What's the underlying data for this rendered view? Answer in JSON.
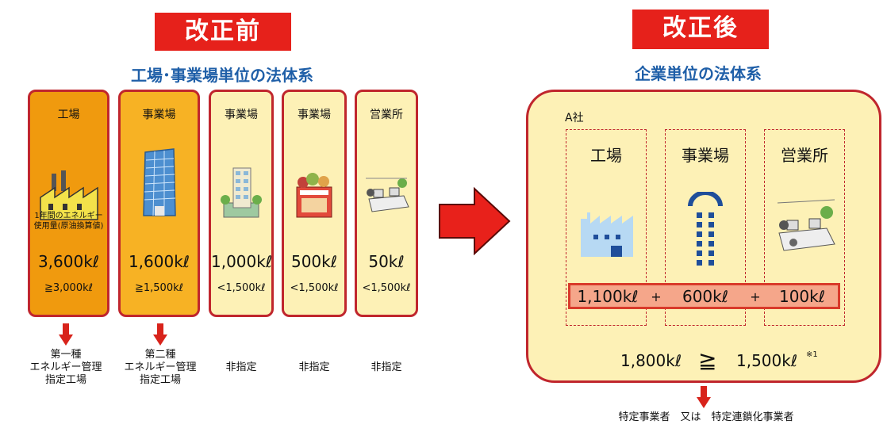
{
  "before": {
    "banner": "改正前",
    "subtitle": "工場･事業場単位の法体系",
    "cards": [
      {
        "name": "工場",
        "usage_line1": "1年間のエネルギー",
        "usage_line2": "使用量(原油換算値)",
        "amount": "3,600kℓ",
        "condition": "≧3,000kℓ",
        "category_lines": [
          "第一種",
          "エネルギー管理",
          "指定工場"
        ],
        "color": "#f09a0e"
      },
      {
        "name": "事業場",
        "amount": "1,600kℓ",
        "condition": "≧1,500kℓ",
        "category_lines": [
          "第二種",
          "エネルギー管理",
          "指定工場"
        ],
        "color": "#f7b224"
      },
      {
        "name": "事業場",
        "amount": "1,000kℓ",
        "condition": "<1,500kℓ",
        "category_lines": [
          "非指定"
        ],
        "color": "#fdf1b6"
      },
      {
        "name": "事業場",
        "amount": "500kℓ",
        "condition": "<1,500kℓ",
        "category_lines": [
          "非指定"
        ],
        "color": "#fdf1b6"
      },
      {
        "name": "営業所",
        "amount": "50kℓ",
        "condition": "<1,500kℓ",
        "category_lines": [
          "非指定"
        ],
        "color": "#fdf1b6"
      }
    ]
  },
  "after": {
    "banner": "改正後",
    "subtitle": "企業単位の法体系",
    "company_label": "A社",
    "units": [
      {
        "name": "工場",
        "amount": "1,100kℓ",
        "icon": "factory-icon"
      },
      {
        "name": "事業場",
        "amount": "600kℓ",
        "icon": "office-building-icon"
      },
      {
        "name": "営業所",
        "amount": "100kℓ",
        "icon": "sales-office-icon"
      }
    ],
    "plus": "+",
    "total": "1,800kℓ",
    "geq": "≧",
    "threshold": "1,500kℓ",
    "note_mark": "※1",
    "category": "特定事業者　又は　特定連鎖化事業者"
  },
  "colors": {
    "accent_red": "#e6211b",
    "title_blue": "#1f5fa8"
  }
}
